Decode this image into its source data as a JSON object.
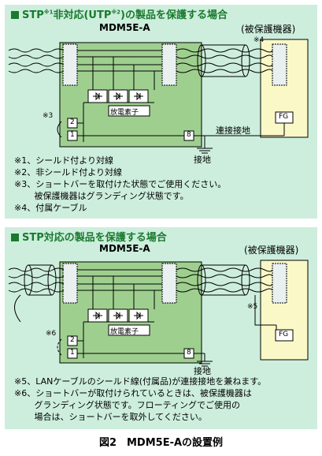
{
  "diagram1": {
    "title_main": "STP",
    "title_ref1": "※1",
    "title_mid": "非対応(UTP",
    "title_ref2": "※2",
    "title_end": ")の製品を保護する場合",
    "device": "MDM5E-A",
    "protected": "(被保護機器)",
    "discharge": "放電素子",
    "term2": "2",
    "term1": "1",
    "term8": "8",
    "fg": "FG",
    "ref3": "※3",
    "ref4": "※4",
    "link": "連接接地",
    "ground": "接地",
    "notes": [
      "※1、シールド付より対線",
      "※2、非シールド付より対線",
      "※3、ショートバーを取付けた状態でご使用ください。\n　　 被保護機器はグランディング状態です。",
      "※4、付属ケーブル"
    ]
  },
  "diagram2": {
    "title": "STP対応の製品を保護する場合",
    "device": "MDM5E-A",
    "protected": "(被保護機器)",
    "discharge": "放電素子",
    "term2": "2",
    "term1": "1",
    "term8": "8",
    "fg": "FG",
    "ref5": "※5",
    "ref6": "※6",
    "ground": "接地",
    "notes": [
      "※5、LANケーブルのシールド線(付属品)が連接接地を兼ねます。",
      "※6、ショートバーが取付けられているときは、被保護機器は\n　　 グランディング状態です。フローティングでご使用の\n　　 場合は、ショートバーを取外してください。"
    ]
  },
  "caption": "図2　MDM5E-Aの設置例"
}
